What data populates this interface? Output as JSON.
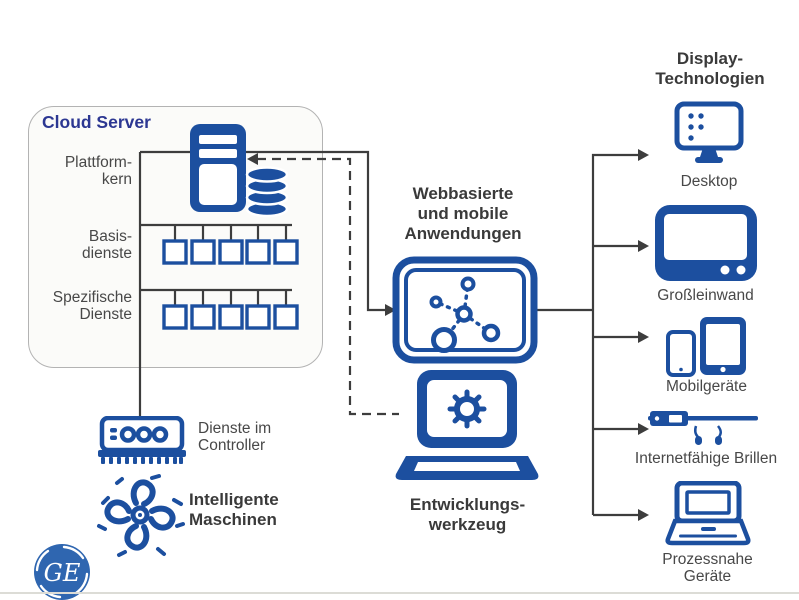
{
  "diagram": {
    "cloud": {
      "title": "Cloud Server",
      "layers": [
        {
          "line1": "Plattform-",
          "line2": "kern"
        },
        {
          "line1": "Basis-",
          "line2": "dienste"
        },
        {
          "line1": "Spezifische",
          "line2": "Dienste"
        }
      ]
    },
    "controller": {
      "line1": "Dienste im",
      "line2": "Controller"
    },
    "machines": {
      "line1": "Intelligente",
      "line2": "Maschinen"
    },
    "webapps": {
      "line1": "Webbasierte",
      "line2": "und mobile",
      "line3": "Anwendungen"
    },
    "devtool": {
      "line1": "Entwicklungs-",
      "line2": "werkzeug"
    },
    "display": {
      "title_line1": "Display-",
      "title_line2": "Technologien",
      "devices": [
        {
          "label": "Desktop"
        },
        {
          "label": "Großleinwand"
        },
        {
          "label": "Mobilgeräte"
        },
        {
          "label": "Internetfähige Brillen"
        },
        {
          "label": "Prozessnahe Geräte"
        }
      ]
    },
    "logo_text": "GE"
  },
  "colors": {
    "icon_blue": "#1c4f9f",
    "title_navy": "#2c3792",
    "connector_gray": "#3d3d3d",
    "label_gray": "#484848",
    "ge_logo_blue": "#2f66b0"
  }
}
